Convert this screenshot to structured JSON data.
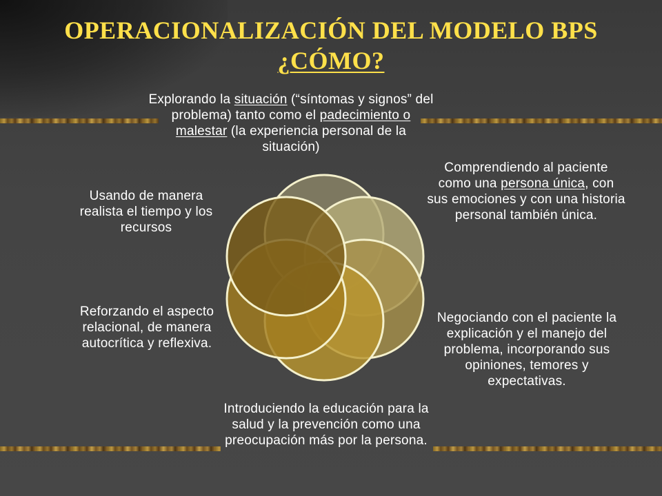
{
  "title": {
    "line1": "OPERACIONALIZACIÓN DEL MODELO BPS",
    "line2": "¿CÓMO?"
  },
  "diagram": {
    "colors": {
      "title": "#ffe04a",
      "text": "#ffffff",
      "circle_stroke": "#f4f0cc",
      "circle_top": "#8a8466",
      "circle_upper_right": "#b4ab78",
      "circle_lower_right": "#a6904a",
      "circle_bottom": "#b8952e",
      "circle_lower_left": "#a27c1e",
      "circle_upper_left": "#7b5e1a"
    },
    "labels": {
      "top": {
        "pre1": "Explorando la ",
        "u1": "situación",
        "post1": " (“síntomas y signos” del problema) tanto como el ",
        "u2": "padecimiento o malestar",
        "post2": " (la experiencia personal de la situación)"
      },
      "upper_right": {
        "pre": "Comprendiendo al paciente como una ",
        "u": "persona única",
        "post": ", con sus emociones y con una historia personal también única."
      },
      "lower_right": "Negociando con el paciente la explicación y el manejo del problema, incorporando sus opiniones, temores y expectativas.",
      "bottom": "Introduciendo la educación para la salud y la prevención como una preocupación más por la persona.",
      "lower_left": "Reforzando el aspecto relacional, de manera autocrítica y reflexiva.",
      "upper_left": "Usando de manera realista el tiempo y los recursos"
    }
  }
}
